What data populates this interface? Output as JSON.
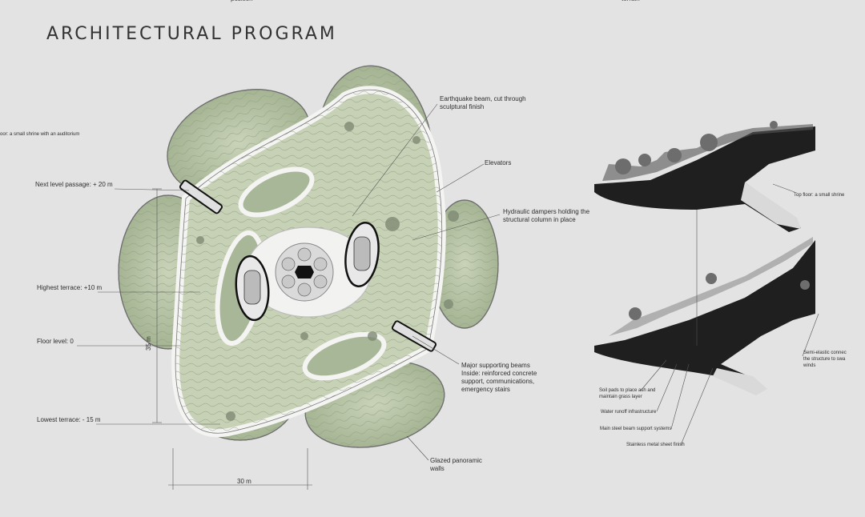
{
  "title": "ARCHITECTURAL PROGRAM",
  "top_fragments": {
    "left": "position",
    "right": "terrain"
  },
  "plan_labels": {
    "small_shrine_note": "oor: a small shrine with an auditorium",
    "next_level_passage": "Next level passage: + 20 m",
    "highest_terrace": "Highest terrace: +10 m",
    "floor_level": "Floor level: 0",
    "lowest_terrace": "Lowest terrace: - 15 m",
    "earthquake_beam": "Earthquake beam, cut through\nsculptural finish",
    "elevators": "Elevators",
    "hydraulic_dampers": "Hydraulic dampers holding the\nstructural column in place",
    "major_beams": "Major supporting beams\nInside: reinforced concrete\nsupport, communications,\nemergency stairs",
    "glazed_walls": "Glazed panoramic\nwalls"
  },
  "dimensions": {
    "height": "35 m",
    "width": "30 m"
  },
  "section_labels": {
    "top_floor": "Top floor: a small shrine",
    "semi_elastic": "Semi-elastic connec\nthe structure to swa\nwinds",
    "soil_pads": "Soil pads to place ash and\nmaintain grass layer",
    "water_runoff": "Water runoff infrastructure",
    "main_steel": "Main steel beam support systems",
    "stainless": "Stainless metal sheet finish"
  },
  "colors": {
    "background": "#e3e3e3",
    "petal_green": "#b9c6a5",
    "terrace_green": "#c7d1b5",
    "structure_white": "#f4f4f2",
    "section_dark": "#1f1f1f"
  }
}
